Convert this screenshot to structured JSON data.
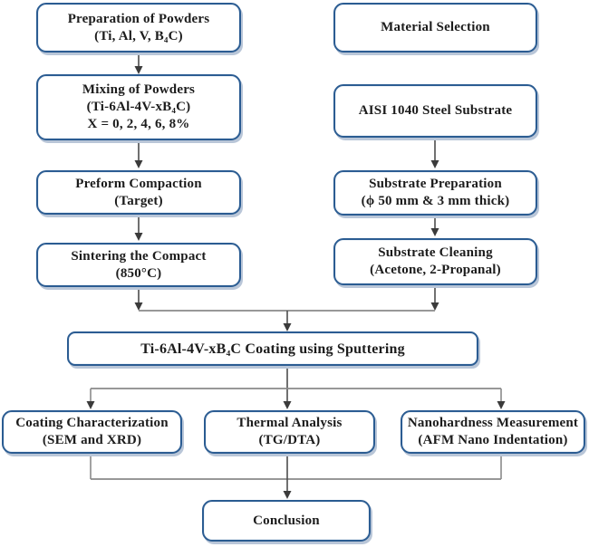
{
  "diagram": {
    "type": "flowchart",
    "boxes": {
      "prep_powders": {
        "lines": [
          "Preparation of Powders",
          "(Ti, Al, V, B₄C)"
        ]
      },
      "material_selection": {
        "lines": [
          "Material Selection"
        ]
      },
      "mixing_powders": {
        "lines": [
          "Mixing of Powders",
          "(Ti-6Al-4V-xB₄C)",
          "X = 0, 2, 4, 6, 8%"
        ]
      },
      "aisi_substrate": {
        "lines": [
          "AISI 1040 Steel Substrate"
        ]
      },
      "preform_compaction": {
        "lines": [
          "Preform Compaction",
          "(Target)"
        ]
      },
      "substrate_preparation": {
        "lines": [
          "Substrate Preparation",
          "(ϕ 50 mm & 3 mm thick)"
        ]
      },
      "sintering_compact": {
        "lines": [
          "Sintering the Compact",
          "(850°C)"
        ]
      },
      "substrate_cleaning": {
        "lines": [
          "Substrate Cleaning",
          "(Acetone, 2-Propanal)"
        ]
      },
      "coating_sputtering": {
        "lines": [
          "Ti-6Al-4V-xB₄C Coating using Sputtering"
        ]
      },
      "coating_characterization": {
        "lines": [
          "Coating Characterization",
          "(SEM and XRD)"
        ]
      },
      "thermal_analysis": {
        "lines": [
          "Thermal Analysis",
          "(TG/DTA)"
        ]
      },
      "nanohardness_measurement": {
        "lines": [
          "Nanohardness Measurement",
          "(AFM Nano Indentation)"
        ]
      },
      "conclusion": {
        "lines": [
          "Conclusion"
        ]
      }
    },
    "colors": {
      "box_border": "#2b5c92",
      "box_shadow": "#b9c6d8",
      "box_fill": "#ffffff",
      "text": "#1c1c1c",
      "connector_vertical": "#4d4d4d",
      "connector_horizontal": "#8a8a8a",
      "arrowhead": "#3b3b3b",
      "background": "#ffffff"
    }
  }
}
